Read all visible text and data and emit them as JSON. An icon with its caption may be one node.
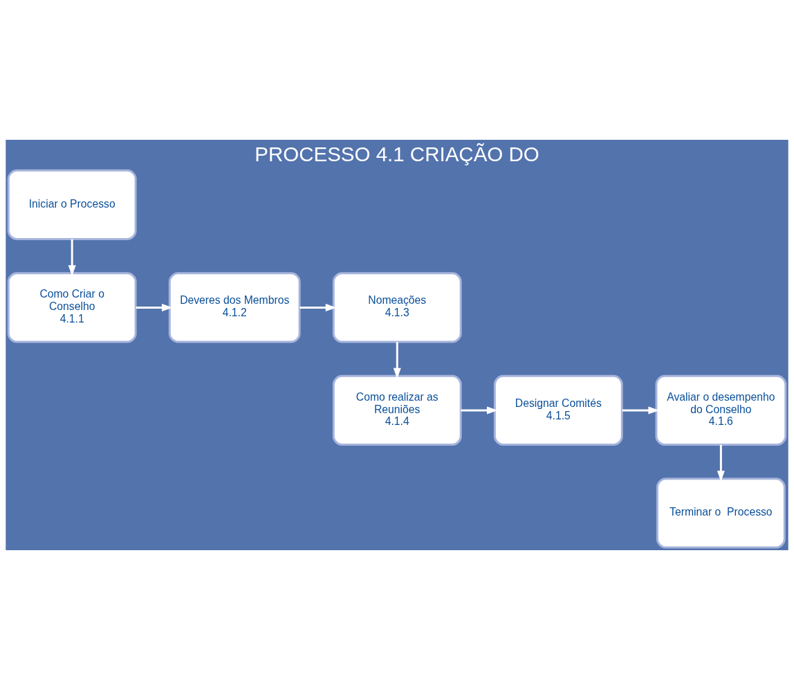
{
  "diagram": {
    "title": "PROCESSO 4.1 CRIAÇÃO DO",
    "nodes": [
      {
        "text": [
          "Iniciar o Processo"
        ]
      },
      {
        "text": [
          "Como Criar o Conselho",
          "4.1.1"
        ]
      },
      {
        "text": [
          "Deveres dos Membros",
          "4.1.2"
        ]
      },
      {
        "text": [
          "Nomeações",
          "4.1.3"
        ]
      },
      {
        "text": [
          "Como realizar as Reuniões",
          "4.1.4"
        ]
      },
      {
        "text": [
          "Designar Comités",
          "4.1.5"
        ]
      },
      {
        "text": [
          "Avaliar o desempenho do Conselho",
          "4.1.6"
        ]
      },
      {
        "text": [
          "Terminar o  Processo"
        ]
      }
    ],
    "edges": [
      {
        "from": 0,
        "to": 1,
        "arrow": "to"
      },
      {
        "from": 1,
        "to": 2,
        "arrow": "to"
      },
      {
        "from": 2,
        "to": 3,
        "arrow": "to"
      },
      {
        "from": 3,
        "to": 4,
        "arrow": "to"
      },
      {
        "from": 4,
        "to": 5,
        "arrow": "to"
      },
      {
        "from": 5,
        "to": 6,
        "arrow": "to"
      },
      {
        "from": 6,
        "to": 7,
        "arrow": "to"
      }
    ]
  }
}
